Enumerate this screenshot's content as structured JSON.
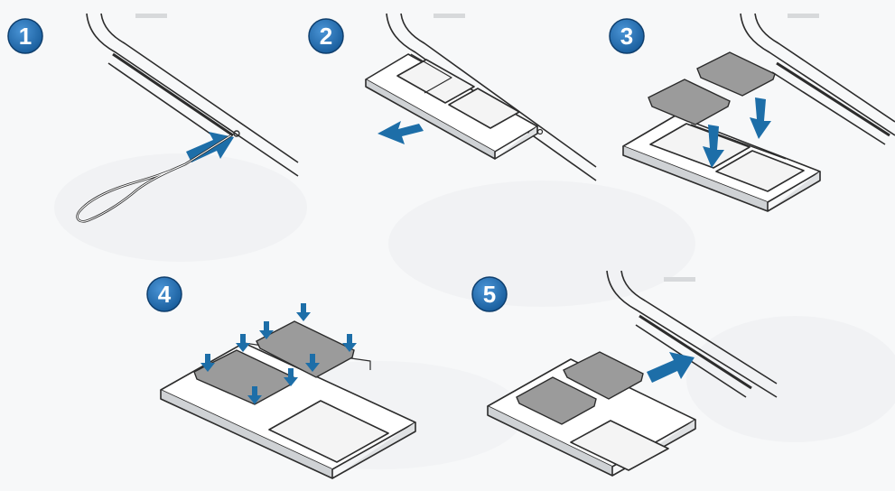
{
  "steps": [
    {
      "number": "1"
    },
    {
      "number": "2"
    },
    {
      "number": "3"
    },
    {
      "number": "4"
    },
    {
      "number": "5"
    }
  ],
  "colors": {
    "badge": "#1f6fb5",
    "arrow": "#1d6ea8",
    "outline": "#2c2c2c",
    "card": "#9b9b9b",
    "tray": "#ffffff",
    "background": "#f7f8f9"
  }
}
